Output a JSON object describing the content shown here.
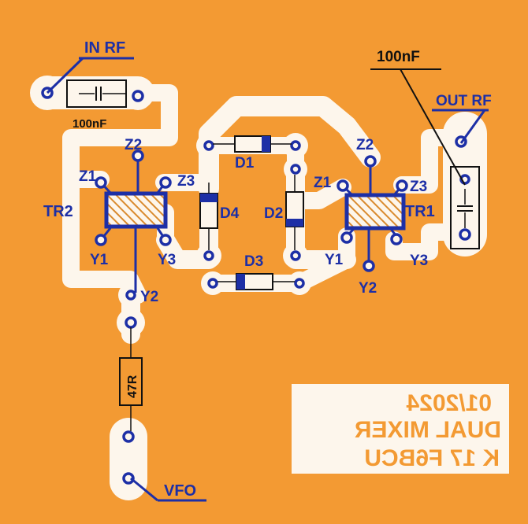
{
  "colors": {
    "board": "#f39a33",
    "copper": "#fdf6ec",
    "ink": "#1d2fa6",
    "black": "#111111",
    "hatch": "#d98a2e"
  },
  "labels": {
    "in_rf": "IN RF",
    "out_rf": "OUT RF",
    "cap_in": "100nF",
    "cap_out": "100nF",
    "vfo": "VFO",
    "resistor": "47R",
    "tr1": "TR1",
    "tr2": "TR2",
    "d1": "D1",
    "d2": "D2",
    "d3": "D3",
    "d4": "D4",
    "tr1_z1": "Z1",
    "tr1_z2": "Z2",
    "tr1_z3": "Z3",
    "tr1_y1": "Y1",
    "tr1_y2": "Y2",
    "tr1_y3": "Y3",
    "tr2_z1": "Z1",
    "tr2_z2": "Z2",
    "tr2_z3": "Z3",
    "tr2_y1": "Y1",
    "tr2_y2": "Y2",
    "tr2_y3": "Y3"
  },
  "pcb_text": {
    "date": "01/2024",
    "title": "DUAL MIXER",
    "author": "K 17 F6BCU"
  }
}
